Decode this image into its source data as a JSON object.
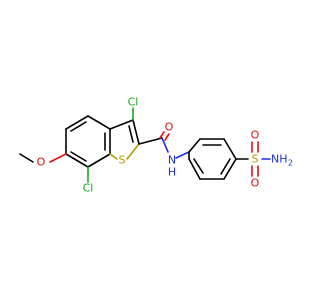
{
  "molecule": {
    "atoms": {
      "cl_top": "Cl",
      "o_carbonyl": "O",
      "s_ring": "S",
      "nh": "N",
      "h_nh": "H",
      "o_methoxy": "O",
      "cl_bottom": "Cl",
      "s_sulfonyl": "S",
      "o_sulfonyl_top": "O",
      "o_sulfonyl_bottom": "O",
      "nh2": "NH",
      "nh2_sub": "2"
    },
    "colors": {
      "carbon": "#000000",
      "oxygen": "#e01010",
      "sulfur": "#b39b00",
      "chlorine": "#1aa61a",
      "nitrogen": "#2030e0"
    }
  }
}
